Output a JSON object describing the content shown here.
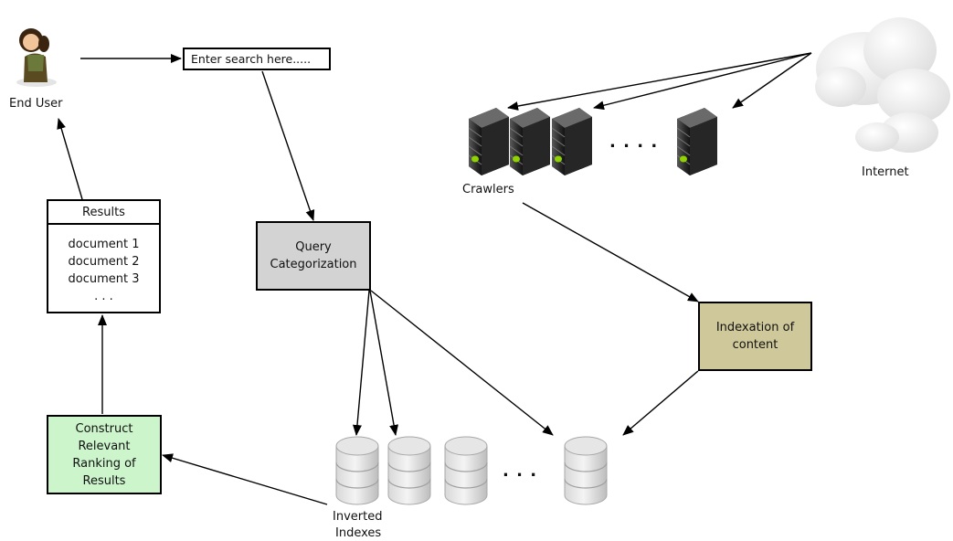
{
  "colors": {
    "query_fill": "#d3d3d3",
    "index_fill": "#cfc89a",
    "rank_fill": "#ccf5cc",
    "stroke": "#000000"
  },
  "icons": {
    "user": "person-icon",
    "servers": "server-icon",
    "indexes": "database-icon",
    "internet": "cloud-icon"
  },
  "user": {
    "label": "End User"
  },
  "search": {
    "placeholder": "Enter search here....."
  },
  "results": {
    "title": "Results",
    "items": [
      "document 1",
      "document 2",
      "document 3",
      ". . ."
    ]
  },
  "query": {
    "lines": [
      "Query",
      "Categorization"
    ]
  },
  "crawlers": {
    "label": "Crawlers",
    "ellipsis": ". . . ."
  },
  "internet": {
    "label": "Internet"
  },
  "indexation": {
    "lines": [
      "Indexation of",
      "content"
    ]
  },
  "ranking": {
    "lines": [
      "Construct",
      "Relevant",
      "Ranking of",
      "Results"
    ]
  },
  "inverted_indexes": {
    "lines": [
      "Inverted",
      "Indexes"
    ],
    "ellipsis": ". . ."
  }
}
